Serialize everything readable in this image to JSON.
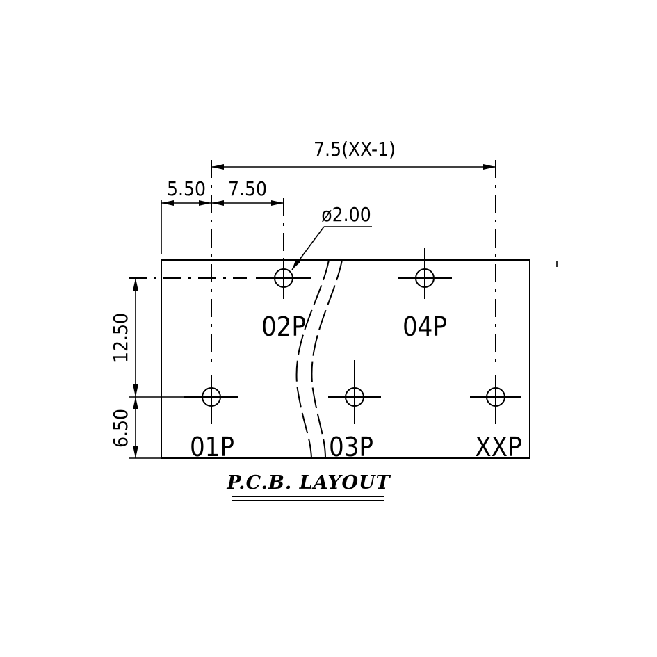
{
  "title": "P.C.B. LAYOUT",
  "dimensions": {
    "overall_pitch": "7.5(XX-1)",
    "edge_offset": "5.50",
    "pitch": "7.50",
    "hole_diameter": "ø2.00",
    "row_spacing": "12.50",
    "bottom_offset": "6.50"
  },
  "pins": {
    "p01": "01P",
    "p02": "02P",
    "p03": "03P",
    "p04": "04P",
    "pxx": "XXP"
  }
}
